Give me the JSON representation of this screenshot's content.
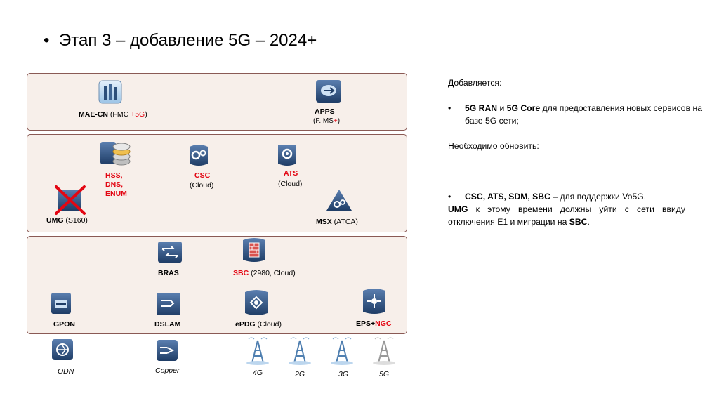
{
  "slide": {
    "title": "Этап 3 – добавление 5G – 2024+"
  },
  "diagram": {
    "top_layer": {
      "mae_cn": {
        "name": "MAE-CN",
        "paren_open": " (FMC ",
        "highlight": "+5G",
        "paren_close": ")"
      },
      "apps": {
        "name": "APPS",
        "sub_open": "(F.IMS",
        "sub_highlight": "+",
        "sub_close": ")"
      }
    },
    "core_layer": {
      "hss": {
        "lines": [
          "HSS,",
          "DNS,",
          "ENUM"
        ]
      },
      "csc": {
        "name": "CSC",
        "sub": "(Cloud)"
      },
      "ats": {
        "name": "ATS",
        "sub": "(Cloud)"
      },
      "umg": {
        "name": "UMG",
        "sub": " (S160)"
      },
      "msx": {
        "name": "MSX",
        "sub": " (ATCA)"
      }
    },
    "access_layer": {
      "bras": {
        "name": "BRAS"
      },
      "sbc": {
        "name": "SBC",
        "sub": " (2980, Cloud)"
      },
      "gpon": {
        "name": "GPON"
      },
      "dslam": {
        "name": "DSLAM"
      },
      "epdg": {
        "name": "ePDG",
        "sub": " (Cloud)"
      },
      "eps": {
        "name": "EPS+",
        "highlight": "NGC"
      }
    },
    "bottom": {
      "odn": "ODN",
      "copper": "Copper",
      "radios": [
        "4G",
        "2G",
        "3G",
        "5G"
      ]
    }
  },
  "notes": {
    "added_heading": "Добавляется:",
    "bullet1_bold1": "5G RAN",
    "bullet1_mid": " и ",
    "bullet1_bold2": "5G Core",
    "bullet1_rest": " для предоставления новых сервисов на базе 5G сети;",
    "update_heading": "Необходимо обновить:",
    "bullet2_bold": "CSC, ATS, SDM, SBC",
    "bullet2_rest": " – для поддержки Vo5G.",
    "umg_bold": "UMG",
    "umg_text": " к этому времени должны уйти с сети ввиду отключения E1 и миграции на ",
    "umg_bold2": "SBC",
    "umg_end": ".",
    "bullet_char": "•"
  },
  "colors": {
    "highlight": "#e30613",
    "box_border": "#8a5a55",
    "box_fill": "#f7efea",
    "icon_blue": "#1f4e79"
  }
}
